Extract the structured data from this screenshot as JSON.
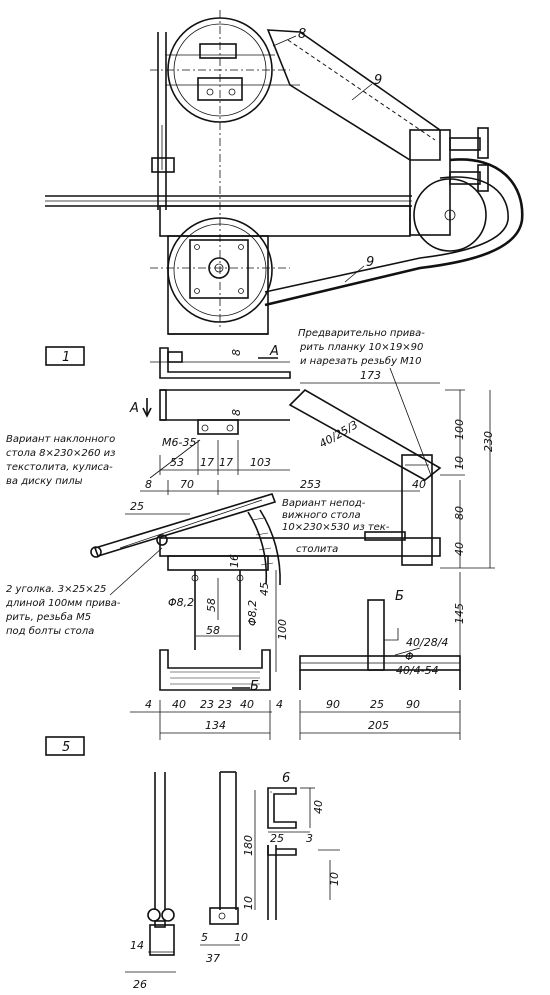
{
  "figure": {
    "view_labels": {
      "fig1": "1",
      "fig5": "5"
    },
    "part_labels": {
      "p8": "8",
      "p9_top": "9",
      "p9_bottom": "9",
      "p6": "6"
    },
    "section_labels": {
      "a_top": "А",
      "a_left": "А",
      "b_mark": "Б",
      "b_view": "Б"
    },
    "notes": {
      "pre_plank": [
        "Предварительно прива-",
        "рить планку 10×19×90",
        "и нарезать резьбу М10"
      ],
      "tilt_table": [
        "Вариант наклонного",
        "стола 8×230×260 из",
        "текстолита, кулиса-",
        "ва диску пилы"
      ],
      "fixed_table": [
        "Вариант непод-",
        "вижного стола",
        "10×230×530 из тек-",
        "столита"
      ],
      "angles": [
        "2 уголка. 3×25×25",
        "длиной 100мм прива-",
        "рить, резьба М5",
        "под болты стола"
      ]
    },
    "dims": {
      "d173": "173",
      "d8a": "8",
      "d8b": "8",
      "d40_25_3": "40/25/3",
      "d100a": "100",
      "d230": "230",
      "d10a": "10",
      "d40a": "40",
      "d80": "80",
      "d40b": "40",
      "d145": "145",
      "m6_35": "М6-35",
      "d53": "53",
      "d17a": "17",
      "d17b": "17",
      "d103": "103",
      "d8c": "8",
      "d70": "70",
      "d253": "253",
      "d25a": "25",
      "d16": "16",
      "d45": "45",
      "phi82a": "Φ8,2",
      "phi82b": "Φ8,2",
      "d58v": "58",
      "d58h": "58",
      "d100b": "100",
      "d40_28_4": "40/28/4",
      "phi": "Φ",
      "d40_4_54": "40/4-54",
      "d4a": "4",
      "d40c": "40",
      "d23a": "23",
      "d23b": "23",
      "d40d": "40",
      "d4b": "4",
      "d134": "134",
      "d90a": "90",
      "d25b": "25",
      "d90b": "90",
      "d205": "205",
      "d40e": "40",
      "d180": "180",
      "d25c": "25",
      "d3": "3",
      "d10b": "10",
      "d10c": "10",
      "d10d": "10",
      "d14": "14",
      "d26": "26",
      "d5": "5",
      "d37": "37"
    }
  }
}
